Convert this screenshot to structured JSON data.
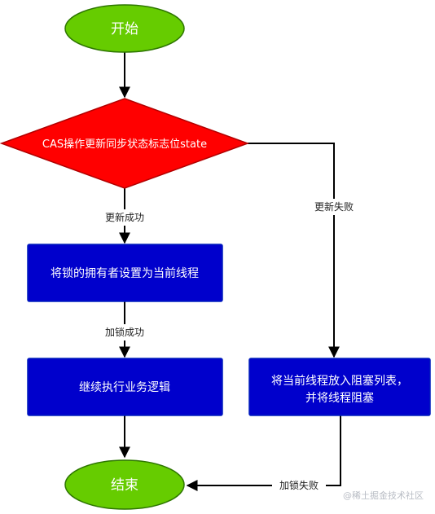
{
  "colors": {
    "terminal_fill": "#66cc00",
    "terminal_stroke": "#2d7600",
    "decision_fill": "#ff0000",
    "decision_stroke": "#b20000",
    "process_fill": "#0000cc",
    "process_stroke": "#001dbc",
    "edge": "#000000",
    "node_text": "#ffffff",
    "edge_label": "#222222",
    "watermark": "#b8bcc4"
  },
  "nodes": {
    "start": "开始",
    "cas": "CAS操作更新同步状态标志位state",
    "set_owner": "将锁的拥有者设置为当前线程",
    "continue": "继续执行业务逻辑",
    "block_line1": "将当前线程放入阻塞列表，",
    "block_line2": "并将线程阻塞",
    "end": "结束"
  },
  "edges": {
    "update_success": "更新成功",
    "update_fail": "更新失败",
    "lock_success": "加锁成功",
    "lock_fail": "加锁失败"
  },
  "watermark": "@稀土掘金技术社区"
}
